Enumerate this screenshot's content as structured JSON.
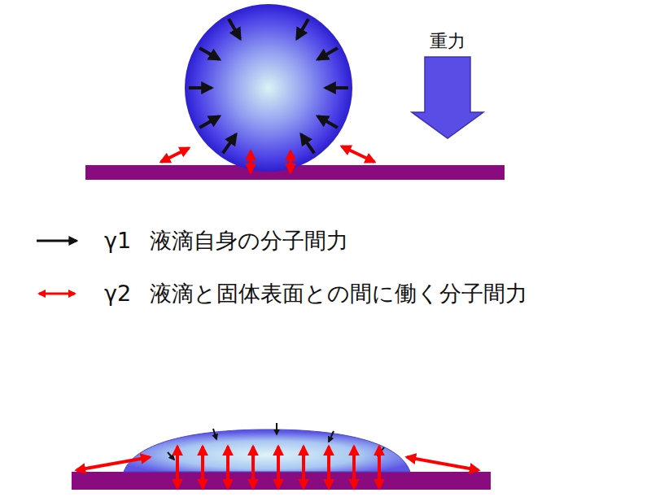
{
  "diagram": {
    "labels": [
      "重力"
    ],
    "legend": [
      {
        "text": "γ1 液滴自身の分子間力"
      },
      {
        "text": "γ2 液滴と固体表面との間に働く分子間力"
      }
    ]
  }
}
